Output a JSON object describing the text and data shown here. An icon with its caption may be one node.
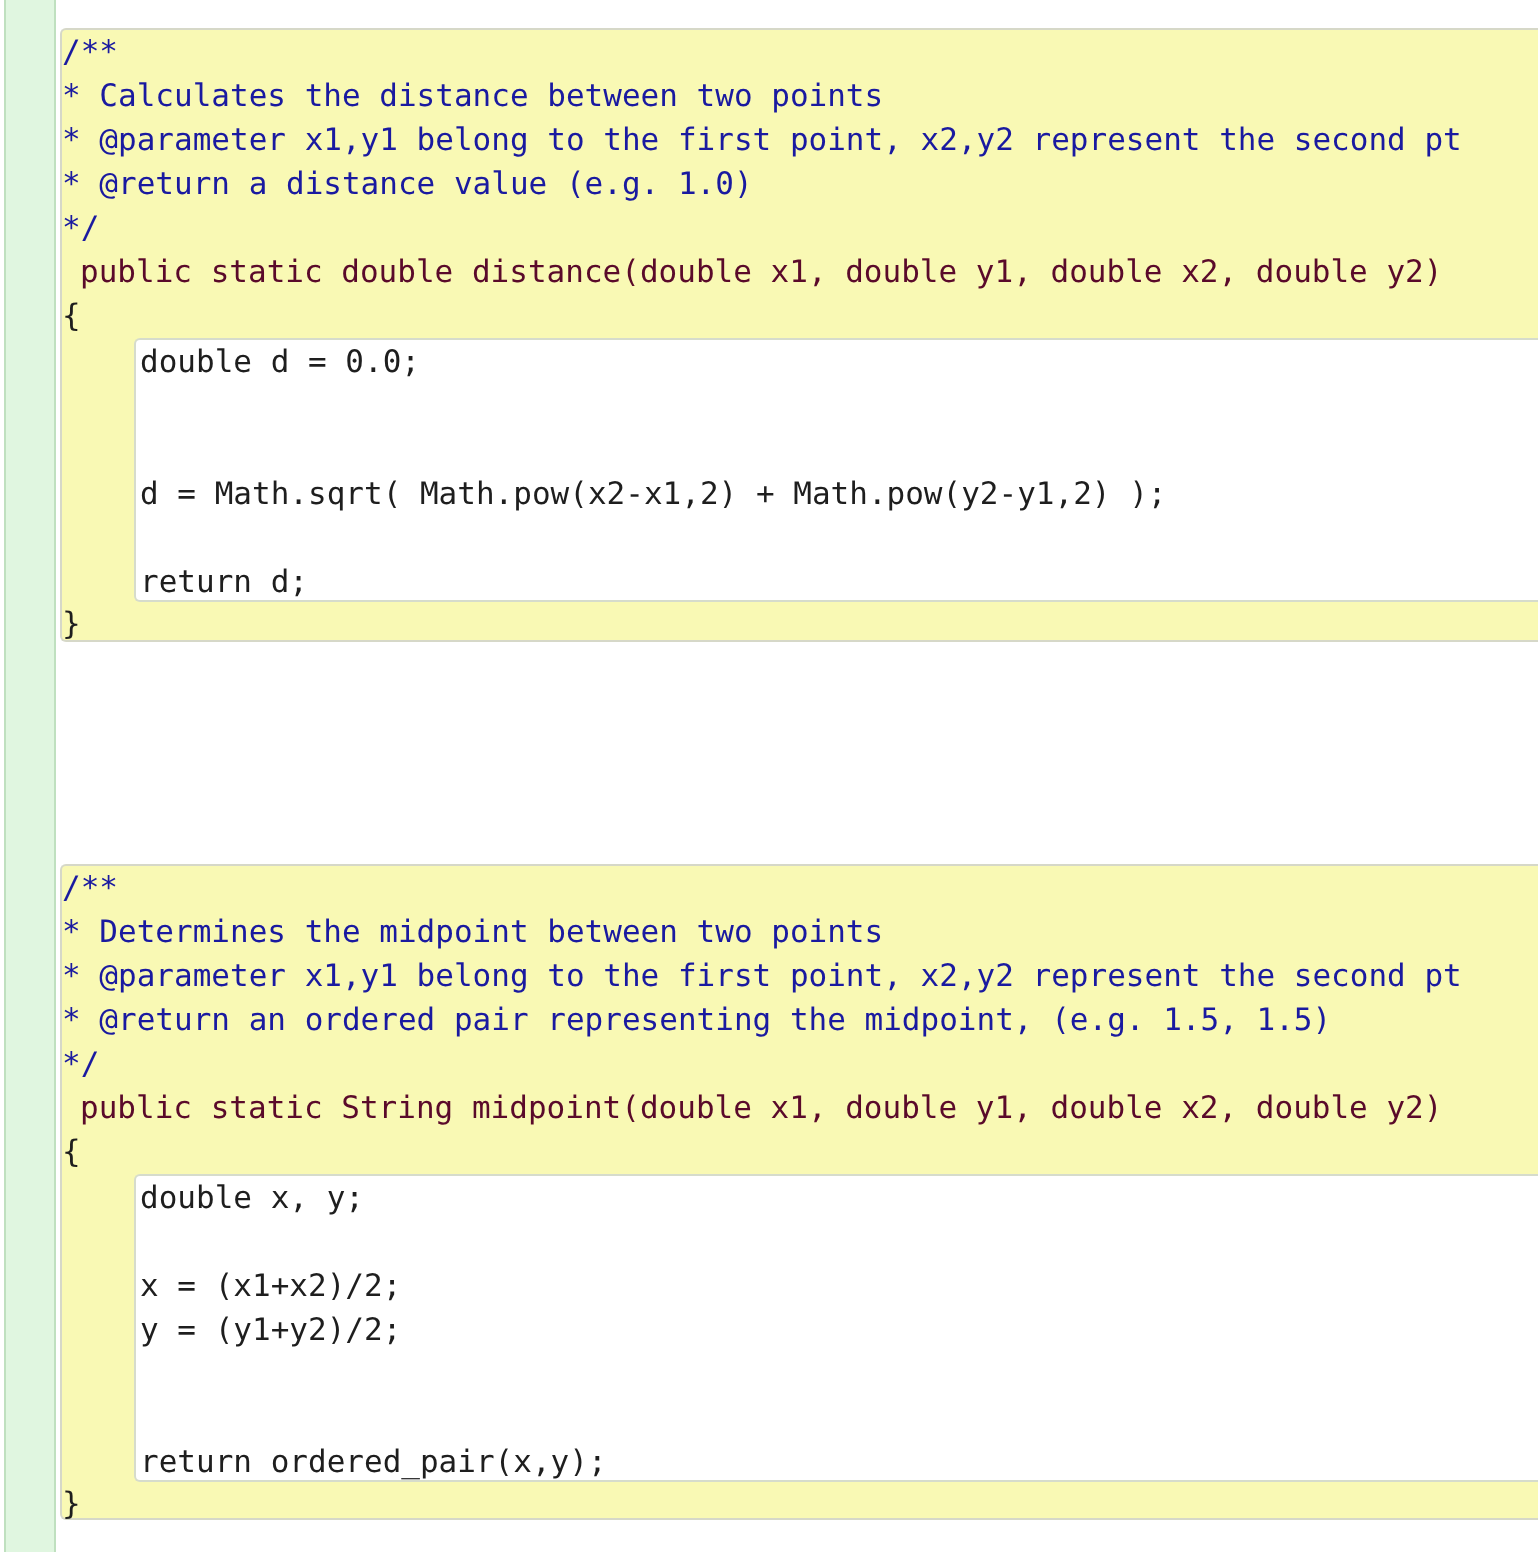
{
  "diagram": {
    "nodes": [
      {
        "text": [],
        "shape": "box"
      },
      {
        "text": [
          "/**",
          "* Calculates the distance between two points",
          "* @parameter x1,y1 belong to the first point, x2,y2 represent the second pt",
          "* @return a distance value (e.g. 1.0)",
          "*/",
          "public static double distance(double x1, double y1, double x2, double y2)",
          "{",
          "}"
        ],
        "in": 0
      },
      {
        "text": [
          "double d = 0.0;",
          "d = Math.sqrt( Math.pow(x2-x1,2) + Math.pow(y2-y1,2) );",
          "return d;"
        ],
        "in": 1
      },
      {
        "text": [
          "/**",
          "* Determines the midpoint between two points",
          "* @parameter x1,y1 belong to the first point, x2,y2 represent the second pt",
          "* @return an ordered pair representing the midpoint, (e.g. 1.5, 1.5)",
          "*/",
          "public static String midpoint(double x1, double y1, double x2, double y2)",
          "{",
          "}"
        ],
        "in": 0
      },
      {
        "text": [
          "double x, y;",
          "x = (x1+x2)/2;",
          "y = (y1+y2)/2;",
          "return ordered_pair(x,y);"
        ],
        "in": 3
      }
    ]
  }
}
